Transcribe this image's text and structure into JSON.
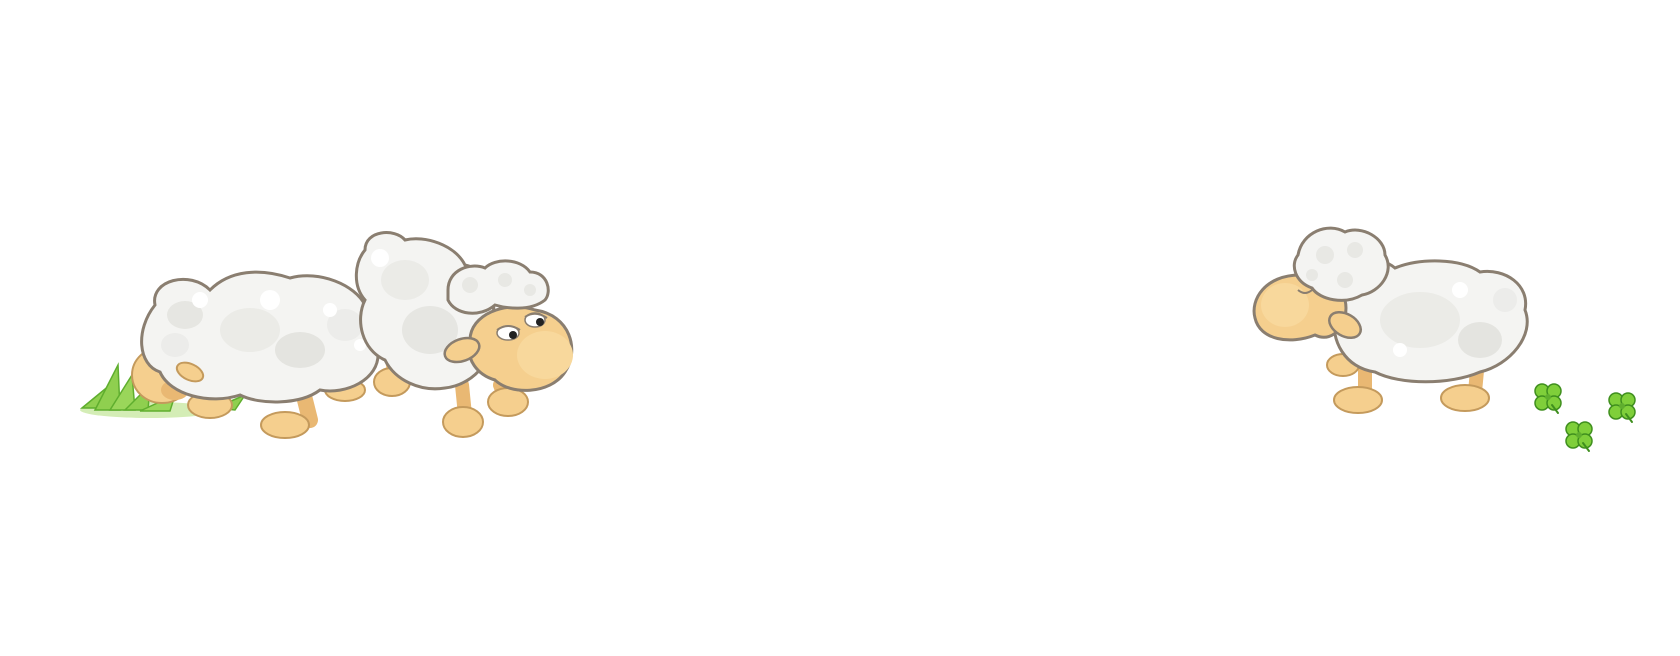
{
  "scene": {
    "background": "#ffffff",
    "objects": [
      "grass-tuft",
      "sheep-grazing",
      "sheep-leaning",
      "sheep-facing-left",
      "clover",
      "clover",
      "clover"
    ]
  },
  "colors": {
    "wool": "#f4f4f2",
    "wool_shade": "#e1e1dd",
    "outline": "#8a7e70",
    "skin": "#f5cf8e",
    "skin_shade": "#e9b873",
    "hoof_outline": "#c49a5c",
    "grass": "#8fcf4f",
    "grass_dark": "#5fae2e",
    "clover": "#7fcf3a",
    "clover_outline": "#3f8f1e"
  }
}
